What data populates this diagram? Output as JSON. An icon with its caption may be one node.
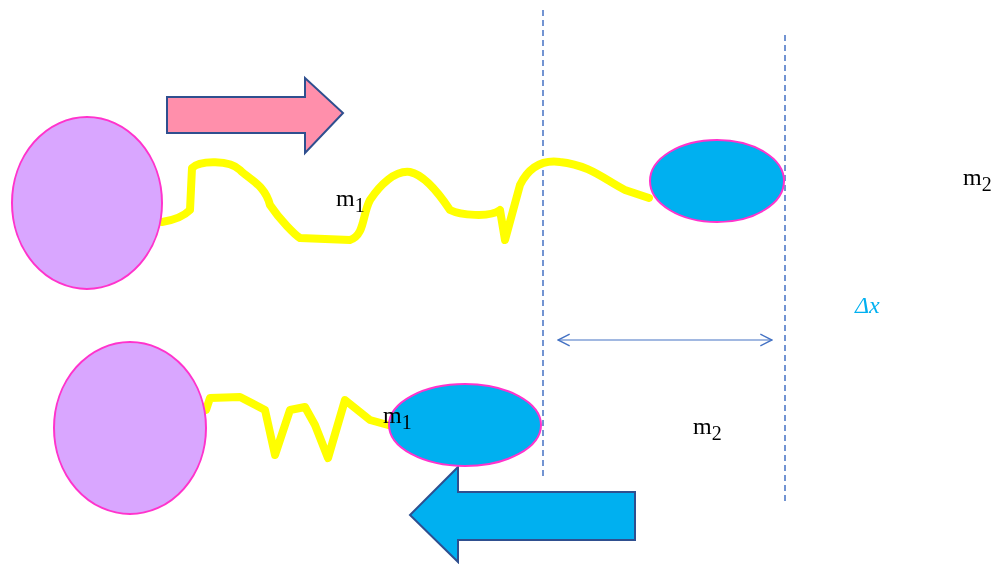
{
  "diagram": {
    "nodes": [
      {
        "text": [],
        "shape": "circle"
      },
      {
        "text": [],
        "shape": "circle"
      },
      {
        "text": [],
        "shape": "circle"
      },
      {
        "text": [],
        "shape": "circle"
      }
    ],
    "edges": [
      {
        "from": 0,
        "to": 1,
        "arrow": "none"
      },
      {
        "from": 2,
        "to": 3,
        "arrow": "none"
      }
    ],
    "labels": [
      "m$_{1}$",
      "m$_{2}$",
      "Δx",
      "m$_{1}$",
      "m$_{2}$"
    ]
  }
}
